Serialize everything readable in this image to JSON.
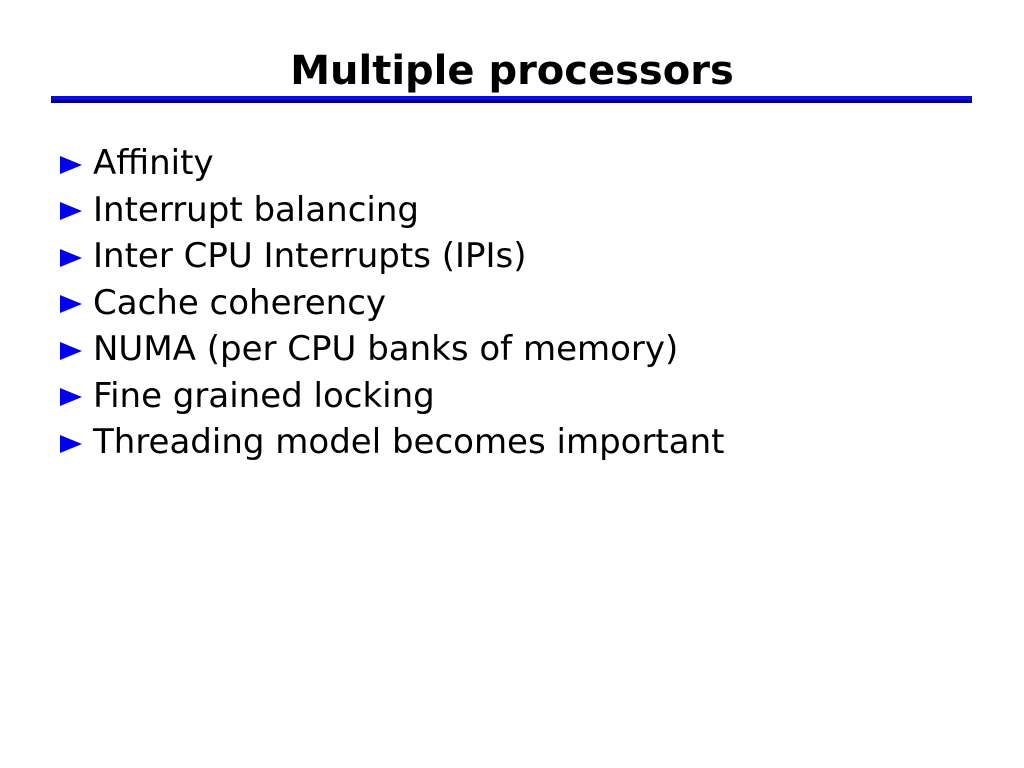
{
  "slide": {
    "title": "Multiple processors",
    "bullets": [
      "Affinity",
      "Interrupt balancing",
      "Inter CPU Interrupts (IPIs)",
      "Cache coherency",
      "NUMA (per CPU banks of memory)",
      "Fine grained locking",
      "Threading model becomes important"
    ],
    "colors": {
      "background": "#FFFFFF",
      "text": "#000000",
      "bullet_blue": "#0000EE",
      "rule_blue": "#0B0BE0",
      "rule_shadow_navy": "#000089"
    }
  }
}
